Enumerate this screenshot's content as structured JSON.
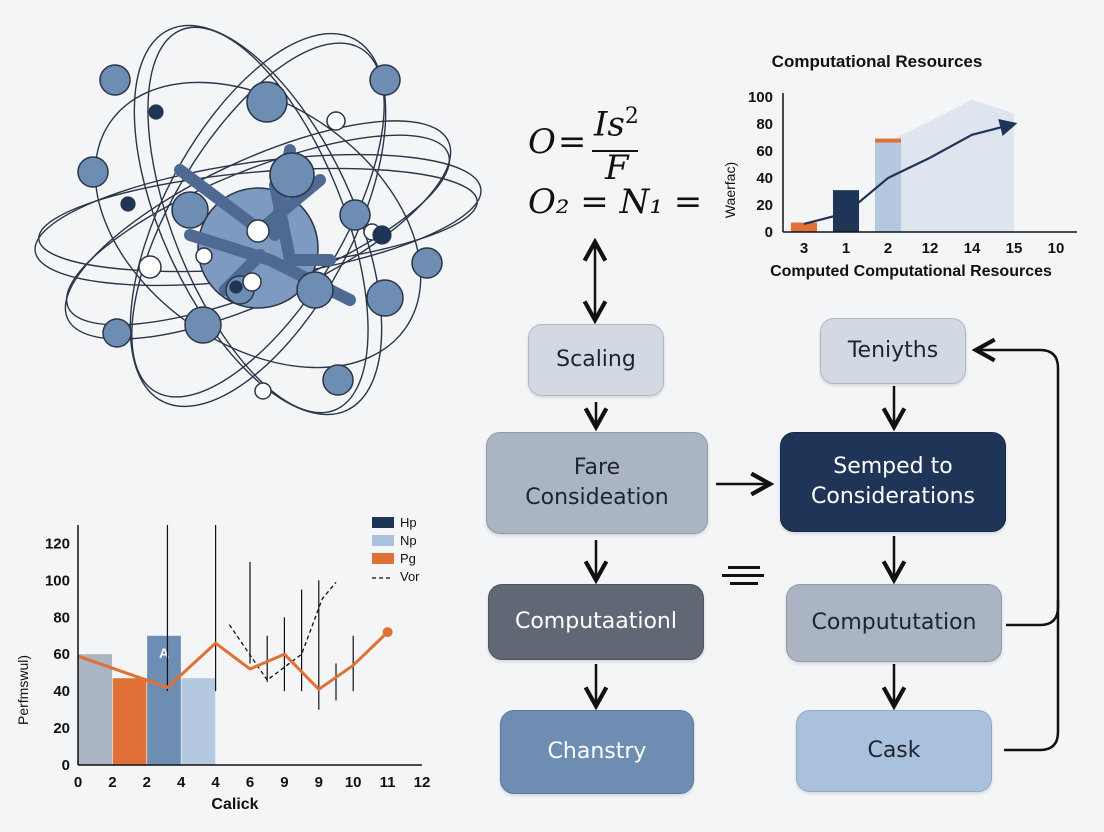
{
  "equation": {
    "line1_lhs": "O",
    "line1_eq": "=",
    "line1_num": "Is",
    "line1_sup": "2",
    "line1_den": "F",
    "line2": "O₂ = N₁ ="
  },
  "flowchart": {
    "nodes": {
      "scaling": "Scaling",
      "fare": "Fare\nConsideation",
      "computaationl": "Computaationl",
      "chanstry": "Chanstry",
      "teniyths": "Teniyths",
      "semped": "Semped to\nConsiderations",
      "computation": "Compututation",
      "cask": "Cask"
    },
    "equivalence_symbol": "="
  },
  "charts": {
    "top_right": {
      "title": "Computational Resources",
      "ylabel": "Waerfac)",
      "xlabel": "Computed Computational Resources"
    },
    "bottom_left": {
      "ylabel": "Perfmswul)",
      "xlabel": "Calick",
      "bar_label": "A"
    }
  },
  "chart_data": [
    {
      "type": "bar",
      "title": "Computational Resources",
      "xlabel": "Computed Computational Resources",
      "ylabel": "Waerfac)",
      "ylim": [
        0,
        100
      ],
      "yticks": [
        0,
        20,
        40,
        60,
        80,
        100
      ],
      "categories": [
        "3",
        "1",
        "2",
        "12",
        "14",
        "15",
        "10"
      ],
      "bars": [
        {
          "category": "3",
          "value": 7,
          "color": "#e07035"
        },
        {
          "category": "1",
          "value": 31,
          "color": "#1f3557"
        },
        {
          "category": "2",
          "value": 67,
          "color": "#b4c8e0",
          "cap_color": "#e07035"
        }
      ],
      "line": {
        "x": [
          "3",
          "1",
          "2",
          "12",
          "14",
          "15"
        ],
        "y": [
          6,
          14,
          40,
          55,
          72,
          80
        ],
        "color": "#1f3557"
      },
      "area": {
        "x": [
          "2",
          "12",
          "14",
          "15"
        ],
        "y": [
          67,
          82,
          98,
          88
        ],
        "color": "#dfe5ef"
      },
      "grid": false
    },
    {
      "type": "bar",
      "xlabel": "Calick",
      "ylabel": "Perfmswul)",
      "ylim": [
        0,
        130
      ],
      "yticks": [
        0,
        20,
        40,
        60,
        80,
        100,
        120
      ],
      "xticks": [
        "0",
        "2",
        "2",
        "4",
        "4",
        "6",
        "9",
        "9",
        "10",
        "11",
        "12"
      ],
      "legend": {
        "placement": "top-right",
        "entries": [
          {
            "label": "Hp",
            "color": "#1f3557"
          },
          {
            "label": "Np",
            "color": "#a9c1dd"
          },
          {
            "label": "Pg",
            "color": "#e07035"
          },
          {
            "label": "Vor",
            "color": "#111111",
            "style": "dashed"
          }
        ]
      },
      "bars": [
        {
          "x": 0.5,
          "value": 60,
          "color": "#aab4c2"
        },
        {
          "x": 1.5,
          "value": 47,
          "color": "#e07035"
        },
        {
          "x": 2.5,
          "value": 70,
          "color": "#6d8db3"
        },
        {
          "x": 3.5,
          "value": 47,
          "color": "#b4c8e0"
        }
      ],
      "line": {
        "color": "#e07035",
        "points": [
          [
            0,
            59
          ],
          [
            2.6,
            42
          ],
          [
            4,
            66
          ],
          [
            5,
            52
          ],
          [
            6,
            60
          ],
          [
            7,
            41
          ],
          [
            8,
            54
          ],
          [
            9,
            72
          ]
        ]
      },
      "error_bars": [
        {
          "x": 2.6,
          "low": 40,
          "high": 130
        },
        {
          "x": 4,
          "low": 40,
          "high": 130
        },
        {
          "x": 5,
          "low": 55,
          "high": 110
        },
        {
          "x": 5.5,
          "low": 45,
          "high": 70
        },
        {
          "x": 6,
          "low": 40,
          "high": 80
        },
        {
          "x": 6.5,
          "low": 40,
          "high": 95
        },
        {
          "x": 7,
          "low": 30,
          "high": 100
        },
        {
          "x": 7.5,
          "low": 35,
          "high": 55
        },
        {
          "x": 8,
          "low": 40,
          "high": 70
        }
      ],
      "dashed_lines": [
        {
          "points": [
            [
              4.4,
              76
            ],
            [
              5.5,
              46
            ],
            [
              6.5,
              60
            ],
            [
              7.1,
              90
            ],
            [
              7.5,
              99
            ]
          ]
        }
      ]
    }
  ]
}
